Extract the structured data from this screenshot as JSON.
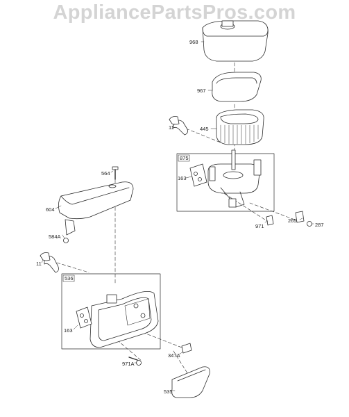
{
  "watermark": "AppliancePartsPros.com",
  "colors": {
    "line": "#2a2a2a",
    "watermark": "#d4d4d4",
    "shade": "#cfcfcf"
  },
  "labels": {
    "p968": "968",
    "p967": "967",
    "p445": "445",
    "p11_top": "11",
    "p875": "875",
    "p163_top": "163",
    "p971": "971",
    "p265": "265",
    "p287": "287",
    "p564": "564",
    "p604": "604",
    "p584a": "584A",
    "p11_bottom": "11",
    "p536": "536",
    "p163_bottom": "163",
    "p347a": "347A",
    "p971a": "971A",
    "p535": "535"
  }
}
